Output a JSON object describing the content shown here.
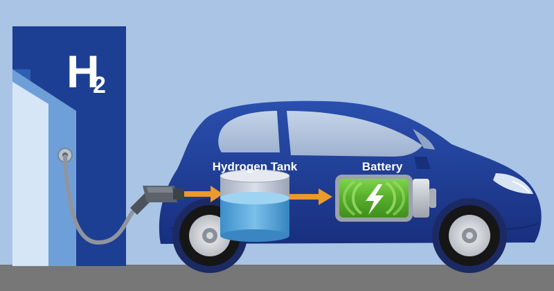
{
  "station": {
    "label_main": "H",
    "label_sub": "2"
  },
  "components": {
    "hydrogen_tank": {
      "label": "Hydrogen Tank"
    },
    "battery": {
      "label": "Battery"
    }
  },
  "colors": {
    "background": "#a9c4e4",
    "station_blue": "#1c3f93",
    "car_blue": "#1f3c94",
    "flow_arrow": "#eb9a2c",
    "battery_green": "#69c13a",
    "tank_water": "#5aa8dc",
    "ground": "#777777"
  }
}
